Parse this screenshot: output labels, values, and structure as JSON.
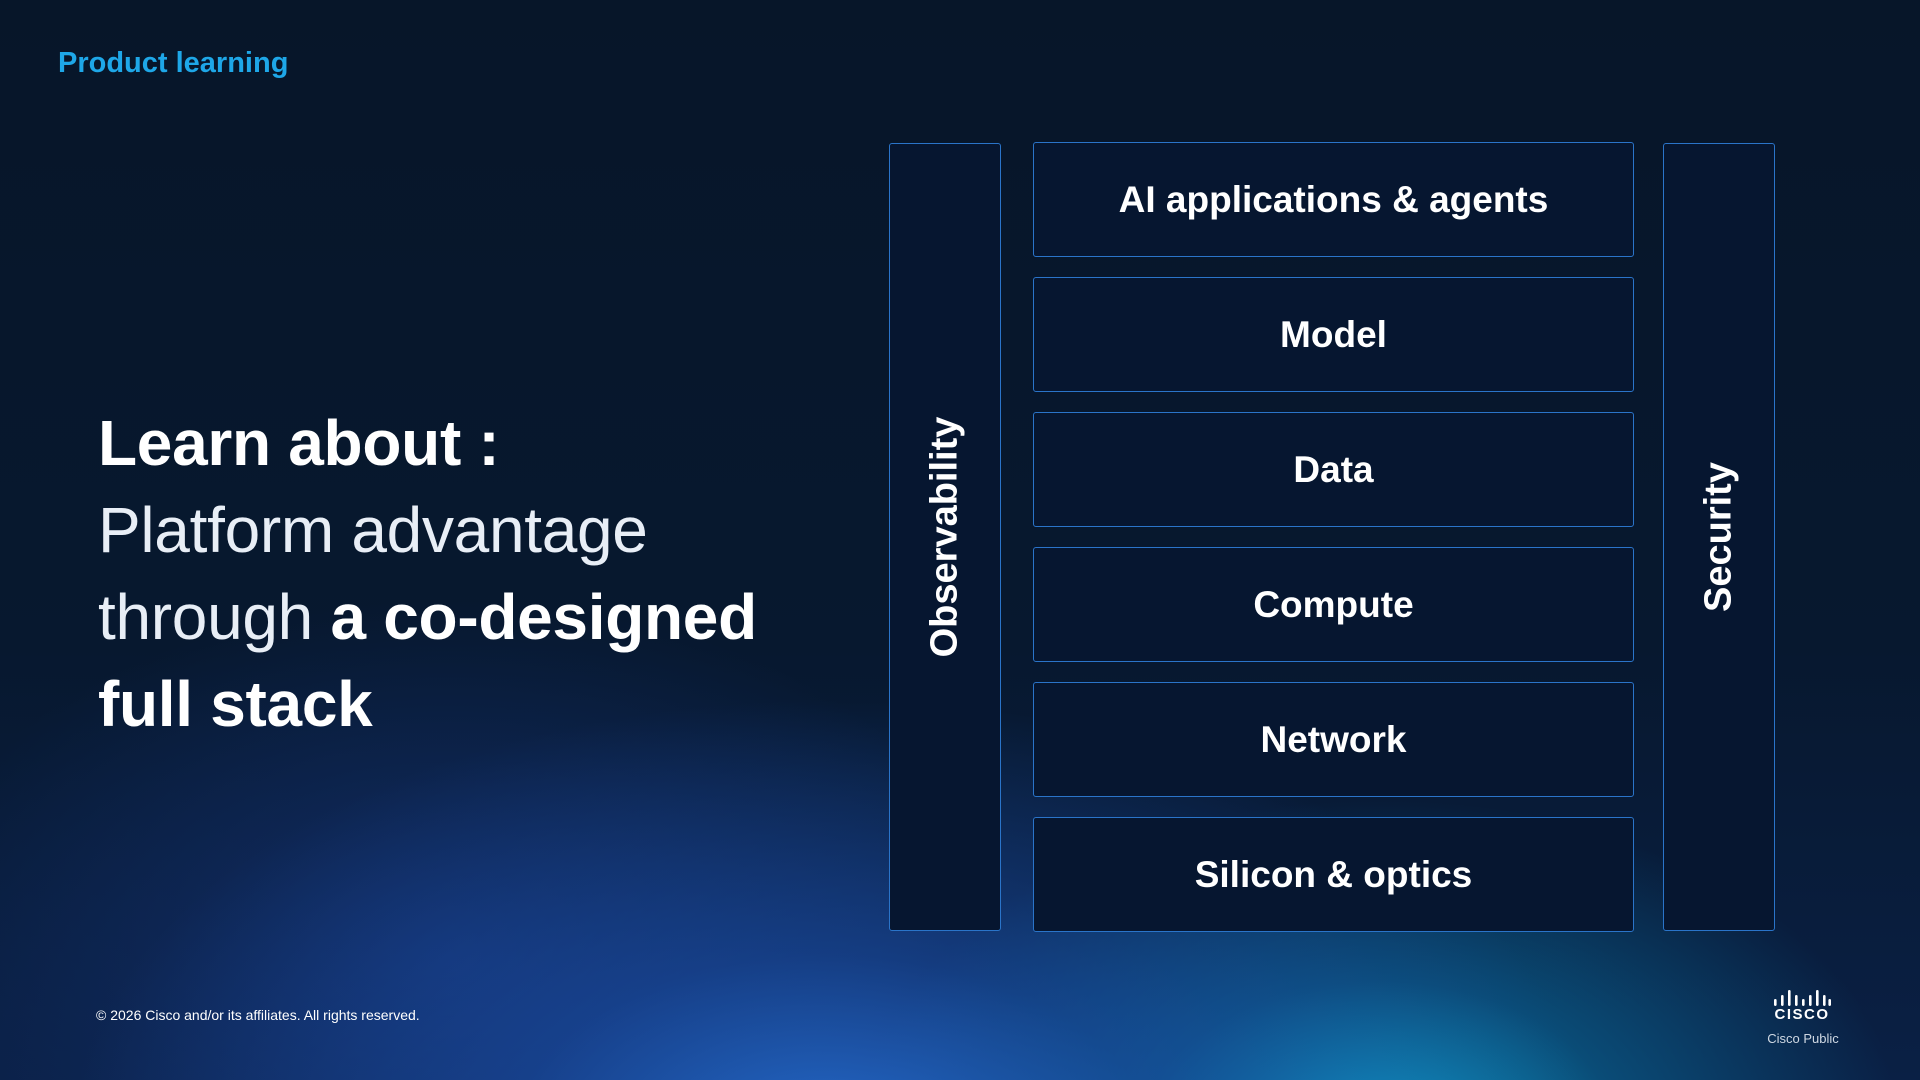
{
  "header": {
    "kicker": "Product learning"
  },
  "headline": {
    "line1": "Learn about :",
    "line2": "Platform advantage",
    "line3_light": "through ",
    "line3_bold": "a co-designed",
    "line4": "full stack"
  },
  "stack": {
    "left_pillar": "Observability",
    "right_pillar": "Security",
    "layers": [
      "AI applications & agents",
      "Model",
      "Data",
      "Compute",
      "Network",
      "Silicon & optics"
    ]
  },
  "footer": {
    "copyright": "© 2026 Cisco and/or its affiliates. All rights reserved.",
    "logo_text": "CISCO",
    "classification": "Cisco Public"
  },
  "colors": {
    "accent": "#1ea7e8",
    "border": "#2a74c9",
    "background": "#07172c",
    "box_fill": "#061630"
  }
}
